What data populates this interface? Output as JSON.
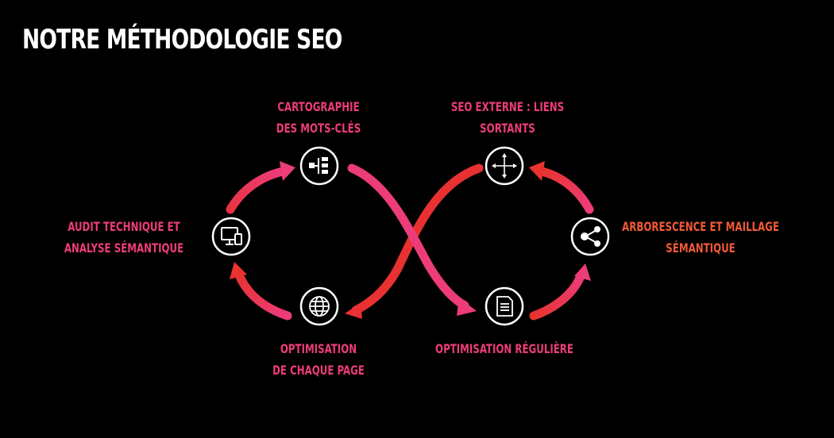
{
  "title": "NOTRE MÉTHODOLOGIE SEO",
  "colors": {
    "background": "#000000",
    "title": "#ffffff",
    "pink": "#ec3c7a",
    "orange": "#f05a37",
    "red": "#e8332f"
  },
  "steps": [
    {
      "id": "audit",
      "icon": "desktop-mobile-icon",
      "lines": [
        "AUDIT TECHNIQUE ET",
        "ANALYSE SÉMANTIQUE"
      ]
    },
    {
      "id": "cartographie",
      "icon": "sitemap-icon",
      "lines": [
        "CARTOGRAPHIE",
        "DES MOTS-CLÉS"
      ]
    },
    {
      "id": "optimisation-page",
      "icon": "globe-icon",
      "lines": [
        "OPTIMISATION",
        "DE CHAQUE PAGE"
      ]
    },
    {
      "id": "seo-externe",
      "icon": "move-arrows-icon",
      "lines": [
        "SEO EXTERNE : LIENS",
        "SORTANTS"
      ]
    },
    {
      "id": "optimisation-reguliere",
      "icon": "document-icon",
      "lines": [
        "OPTIMISATION RÉGULIÈRE"
      ]
    },
    {
      "id": "arborescence",
      "icon": "share-icon",
      "lines": [
        "ARBORESCENCE ET MAILLAGE",
        "SÉMANTIQUE"
      ]
    }
  ]
}
